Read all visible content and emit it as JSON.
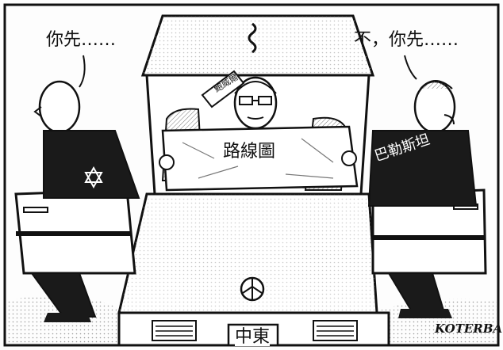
{
  "cartoon": {
    "left_speech": "你先‥‥‥",
    "right_speech": "不，你先‥‥‥",
    "map_label": "路線圖",
    "hat_label": "鮑威爾",
    "palestine_label": "巴勒斯坦",
    "plate_label": "中東",
    "signature": "KOTERBA"
  },
  "colors": {
    "ink": "#111111",
    "paper": "#fdfdfd",
    "shade": "#bfbfbf"
  }
}
